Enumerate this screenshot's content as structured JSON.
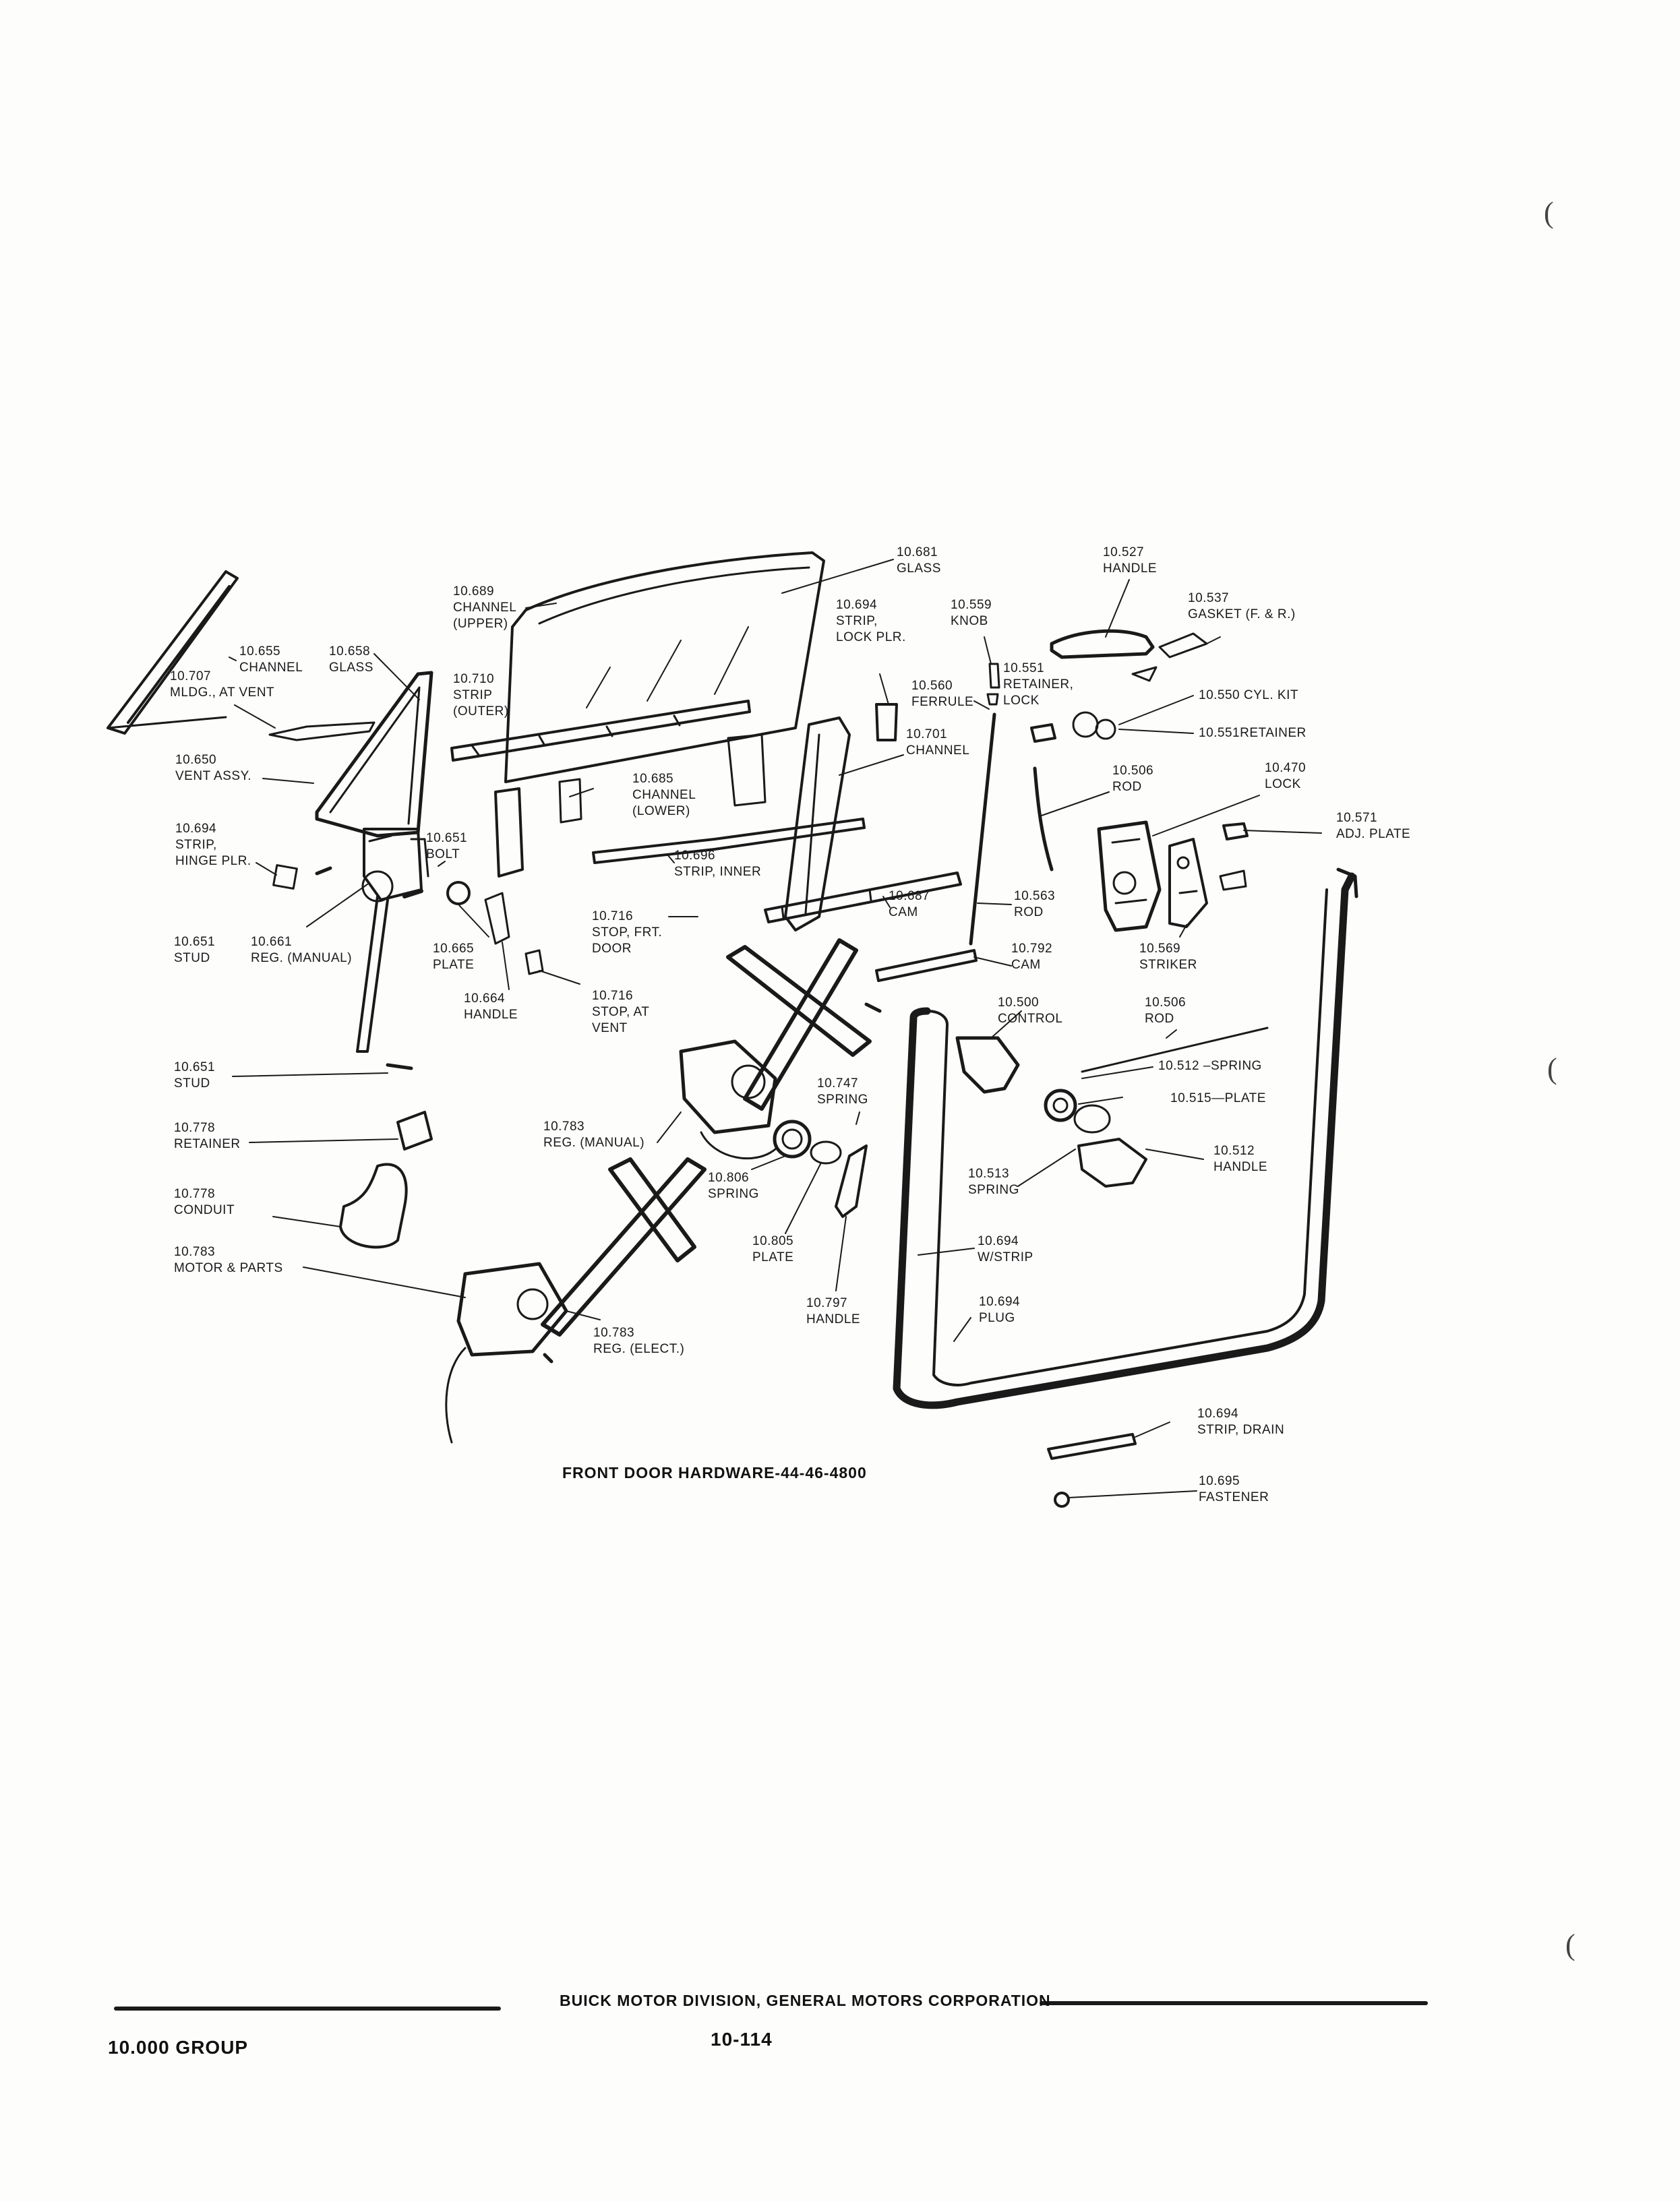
{
  "figure": {
    "caption": "FRONT DOOR HARDWARE-44-46-4800"
  },
  "footer": {
    "corporation": "BUICK MOTOR DIVISION, GENERAL MOTORS CORPORATION",
    "group": "10.000 GROUP",
    "page_number": "10-114"
  },
  "colors": {
    "ink": "#1a1a1a",
    "paper": "#fdfdfc"
  },
  "callouts": [
    {
      "id": "c-10681",
      "number": "10.681",
      "name": "GLASS"
    },
    {
      "id": "c-10527",
      "number": "10.527",
      "name": "HANDLE"
    },
    {
      "id": "c-10689",
      "number": "10.689",
      "name": "CHANNEL",
      "name2": "(UPPER)"
    },
    {
      "id": "c-10694a",
      "number": "10.694",
      "name": "STRIP,",
      "name2": "LOCK PLR."
    },
    {
      "id": "c-10559",
      "number": "10.559",
      "name": "KNOB"
    },
    {
      "id": "c-10537",
      "number": "10.537",
      "name": "GASKET (F. & R.)"
    },
    {
      "id": "c-10655",
      "number": "10.655",
      "name": "CHANNEL"
    },
    {
      "id": "c-10658",
      "number": "10.658",
      "name": "GLASS"
    },
    {
      "id": "c-10707",
      "number": "10.707",
      "name": "MLDG., AT VENT"
    },
    {
      "id": "c-10710",
      "number": "10.710",
      "name": "STRIP",
      "name2": "(OUTER)"
    },
    {
      "id": "c-10560",
      "number": "10.560",
      "name": "FERRULE"
    },
    {
      "id": "c-10551a",
      "number": "10.551",
      "name": "RETAINER,",
      "name2": "LOCK"
    },
    {
      "id": "c-10550",
      "number": "10.550",
      "name": "CYL. KIT"
    },
    {
      "id": "c-10551b",
      "number": "10.551",
      "name": "RETAINER"
    },
    {
      "id": "c-10701",
      "number": "10.701",
      "name": "CHANNEL"
    },
    {
      "id": "c-10650",
      "number": "10.650",
      "name": "VENT ASSY."
    },
    {
      "id": "c-10685",
      "number": "10.685",
      "name": "CHANNEL",
      "name2": "(LOWER)"
    },
    {
      "id": "c-10506a",
      "number": "10.506",
      "name": "ROD"
    },
    {
      "id": "c-10470",
      "number": "10.470",
      "name": "LOCK"
    },
    {
      "id": "c-10571",
      "number": "10.571",
      "name": "ADJ. PLATE"
    },
    {
      "id": "c-10694b",
      "number": "10.694",
      "name": "STRIP,",
      "name2": "HINGE PLR."
    },
    {
      "id": "c-10651a",
      "number": "10.651",
      "name": "BOLT"
    },
    {
      "id": "c-10696",
      "number": "10.696",
      "name": "STRIP, INNER"
    },
    {
      "id": "c-10687",
      "number": "10.687",
      "name": "CAM"
    },
    {
      "id": "c-10563",
      "number": "10.563",
      "name": "ROD"
    },
    {
      "id": "c-10716a",
      "number": "10.716",
      "name": "STOP, FRT.",
      "name2": "DOOR"
    },
    {
      "id": "c-10651b",
      "number": "10.651",
      "name": "STUD"
    },
    {
      "id": "c-10661",
      "number": "10.661",
      "name": "REG. (MANUAL)"
    },
    {
      "id": "c-10665",
      "number": "10.665",
      "name": "PLATE"
    },
    {
      "id": "c-10792",
      "number": "10.792",
      "name": "CAM"
    },
    {
      "id": "c-10569",
      "number": "10.569",
      "name": "STRIKER"
    },
    {
      "id": "c-10664",
      "number": "10.664",
      "name": "HANDLE"
    },
    {
      "id": "c-10716b",
      "number": "10.716",
      "name": "STOP, AT",
      "name2": "VENT"
    },
    {
      "id": "c-10500",
      "number": "10.500",
      "name": "CONTROL"
    },
    {
      "id": "c-10506b",
      "number": "10.506",
      "name": "ROD"
    },
    {
      "id": "c-10512a",
      "number": "10.512",
      "name": "SPRING"
    },
    {
      "id": "c-10651c",
      "number": "10.651",
      "name": "STUD"
    },
    {
      "id": "c-10747",
      "number": "10.747",
      "name": "SPRING"
    },
    {
      "id": "c-10515",
      "number": "10.515",
      "name": "PLATE"
    },
    {
      "id": "c-10778a",
      "number": "10.778",
      "name": "RETAINER"
    },
    {
      "id": "c-10783a",
      "number": "10.783",
      "name": "REG. (MANUAL)"
    },
    {
      "id": "c-10512b",
      "number": "10.512",
      "name": "HANDLE"
    },
    {
      "id": "c-10806",
      "number": "10.806",
      "name": "SPRING"
    },
    {
      "id": "c-10513",
      "number": "10.513",
      "name": "SPRING"
    },
    {
      "id": "c-10778b",
      "number": "10.778",
      "name": "CONDUIT"
    },
    {
      "id": "c-10805",
      "number": "10.805",
      "name": "PLATE"
    },
    {
      "id": "c-10694c",
      "number": "10.694",
      "name": "W/STRIP"
    },
    {
      "id": "c-10783b",
      "number": "10.783",
      "name": "MOTOR & PARTS"
    },
    {
      "id": "c-10797",
      "number": "10.797",
      "name": "HANDLE"
    },
    {
      "id": "c-10694d",
      "number": "10.694",
      "name": "PLUG"
    },
    {
      "id": "c-10783c",
      "number": "10.783",
      "name": "REG. (ELECT.)"
    },
    {
      "id": "c-10694e",
      "number": "10.694",
      "name": "STRIP, DRAIN"
    },
    {
      "id": "c-10695",
      "number": "10.695",
      "name": "FASTENER"
    }
  ]
}
